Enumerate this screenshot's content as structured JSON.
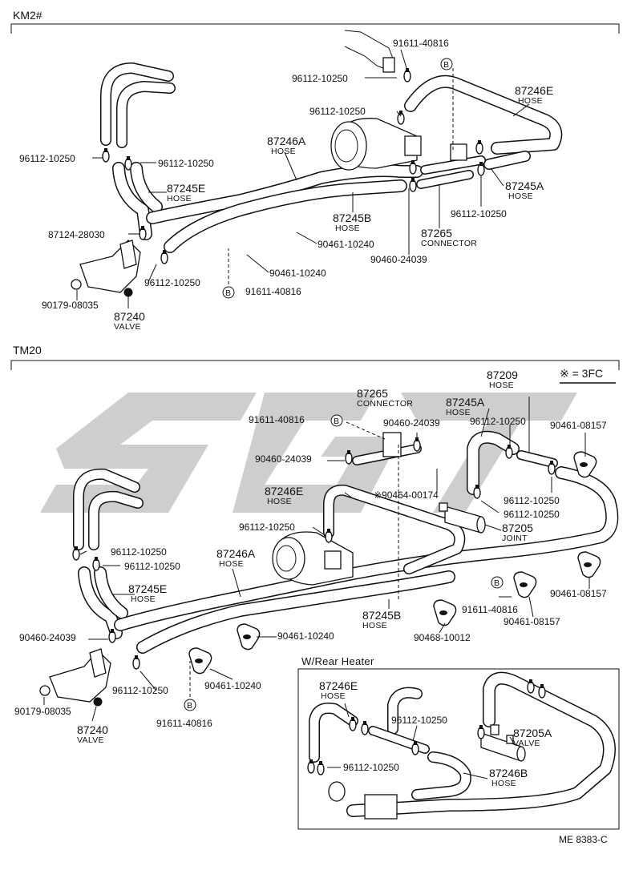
{
  "sections": {
    "top": "KM2#",
    "bottom": "TM20",
    "inset": "W/Rear Heater"
  },
  "note": "※ = 3FC",
  "footer": "ME  8383-C",
  "circle_marker": "B",
  "top_labels": {
    "c91611_a": "91611-40816",
    "c96112_top": "96112-10250",
    "c87246E": "87246E",
    "c87246E_sub": "HOSE",
    "c96112_mid": "96112-10250",
    "c87246A": "87246A",
    "c87246A_sub": "HOSE",
    "c96112_left1": "96112-10250",
    "c96112_left2": "96112-10250",
    "c87245E": "87245E",
    "c87245E_sub": "HOSE",
    "c87245B": "87245B",
    "c87245B_sub": "HOSE",
    "c87265": "87265",
    "c87265_sub": "CONNECTOR",
    "c87245A": "87245A",
    "c87245A_sub": "HOSE",
    "c96112_right": "96112-10250",
    "c87124": "87124-28030",
    "c90461_a": "90461-10240",
    "c90460": "90460-24039",
    "c90461_b": "90461-10240",
    "c96112_valve": "96112-10250",
    "c91611_b": "91611-40816",
    "c90179": "90179-08035",
    "c87240": "87240",
    "c87240_sub": "VALVE"
  },
  "bottom_labels": {
    "c87209": "87209",
    "c87209_sub": "HOSE",
    "c87265": "87265",
    "c87265_sub": "CONNECTOR",
    "c87245A": "87245A",
    "c87245A_sub": "HOSE",
    "c91611_a": "91611-40816",
    "c90460_a": "90460-24039",
    "c96112_a": "96112-10250",
    "c90461_08157a": "90461-08157",
    "c90460_b": "90460-24039",
    "c90464": "※90464-00174",
    "c87246E": "87246E",
    "c87246E_sub": "HOSE",
    "c96112_b": "96112-10250",
    "c96112_c": "96112-10250",
    "c87205": "87205",
    "c87205_sub": "JOINT",
    "c96112_d": "96112-10250",
    "c96112_e": "96112-10250",
    "c96112_f": "96112-10250",
    "c87246A": "87246A",
    "c87246A_sub": "HOSE",
    "c87245E": "87245E",
    "c87245E_sub": "HOSE",
    "c90461_08157b": "90461-08157",
    "c91611_b": "91611-40816",
    "c90461_08157c": "90461-08157",
    "c87245B": "87245B",
    "c87245B_sub": "HOSE",
    "c90460_c": "90460-24039",
    "c90461_10240a": "90461-10240",
    "c90468": "90468-10012",
    "c96112_g": "96112-10250",
    "c90461_10240b": "90461-10240",
    "c90179": "90179-08035",
    "c87240": "87240",
    "c87240_sub": "VALVE",
    "c91611_c": "91611-40816"
  },
  "inset_labels": {
    "c87246E": "87246E",
    "c87246E_sub": "HOSE",
    "c96112_a": "96112-10250",
    "c87205A": "87205A",
    "c87205A_sub": "VALVE",
    "c96112_b": "96112-10250",
    "c87246B": "87246B",
    "c87246B_sub": "HOSE"
  }
}
